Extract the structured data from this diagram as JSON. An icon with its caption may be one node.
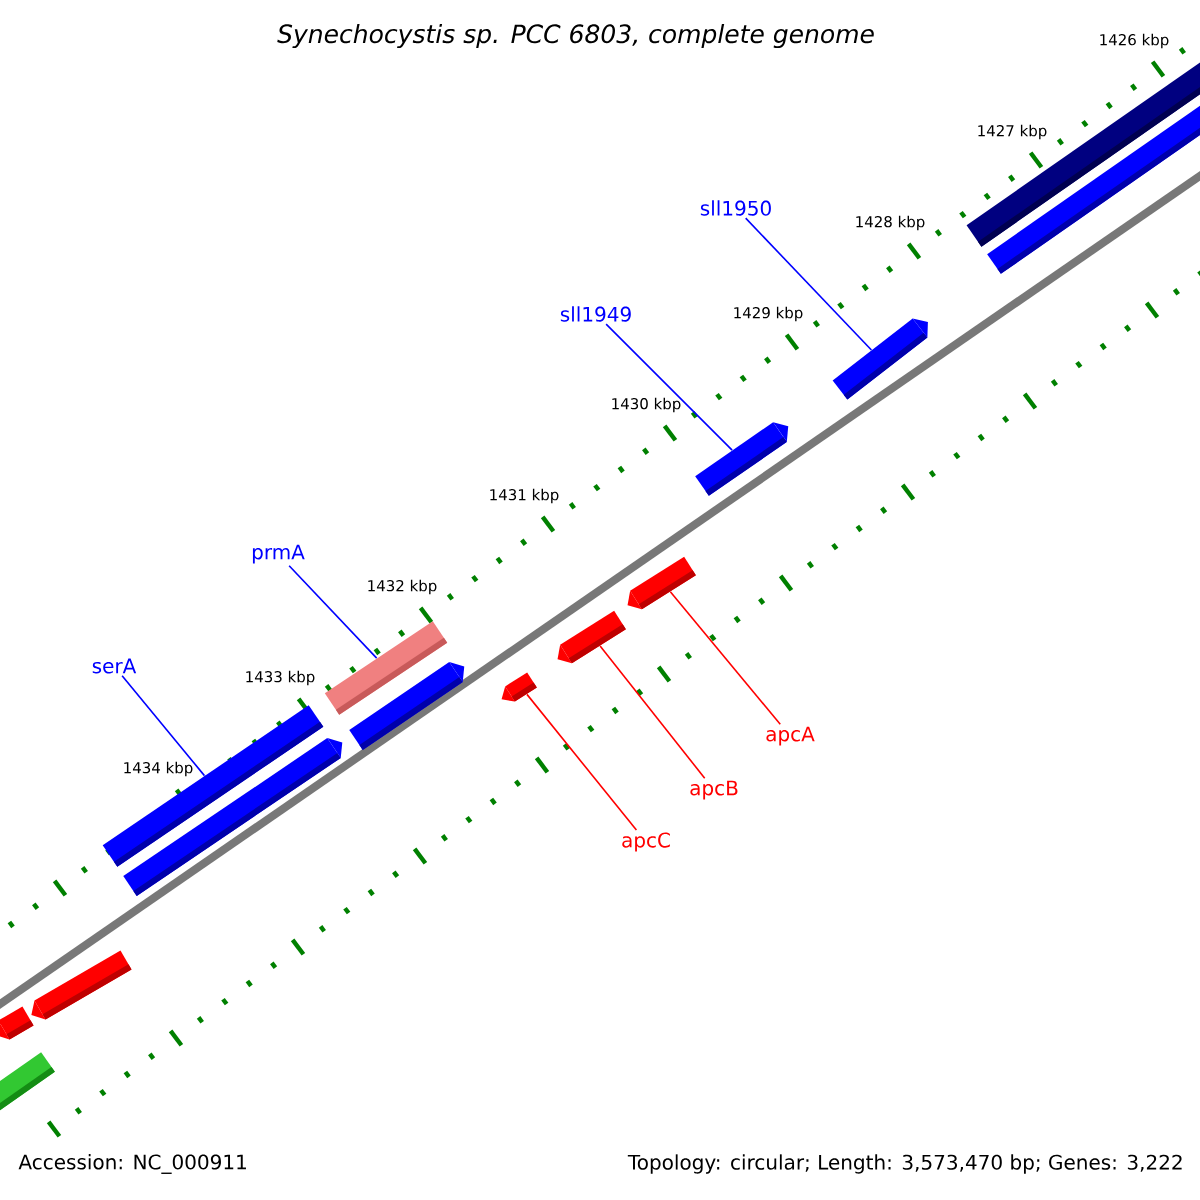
{
  "diagram": {
    "title": "Synechocystis sp. PCC 6803, complete genome",
    "nodes": [
      {
        "text": [
          "sll1950"
        ]
      },
      {
        "text": [
          "sll1949"
        ]
      },
      {
        "text": [
          "prmA"
        ]
      },
      {
        "text": [
          "serA"
        ]
      },
      {
        "text": [
          "apcA"
        ]
      },
      {
        "text": [
          "apcB"
        ]
      },
      {
        "text": [
          "apcC"
        ]
      },
      {
        "text": [],
        "shape": "bar"
      },
      {
        "text": [],
        "shape": "bar"
      },
      {
        "text": [],
        "shape": "bar"
      },
      {
        "text": [],
        "shape": "bar"
      },
      {
        "text": [],
        "shape": "bar"
      },
      {
        "text": [],
        "shape": "bar"
      },
      {
        "text": [],
        "shape": "bar"
      },
      {
        "text": [],
        "shape": "bar"
      },
      {
        "text": [],
        "shape": "bar"
      },
      {
        "text": [],
        "shape": "bar"
      },
      {
        "text": [],
        "shape": "bar"
      },
      {
        "text": [],
        "shape": "bar"
      },
      {
        "text": [],
        "shape": "bar"
      },
      {
        "text": [],
        "shape": "bar"
      }
    ],
    "edges": [
      {
        "from": 0,
        "to": 7,
        "arrow": "none"
      },
      {
        "from": 1,
        "to": 8,
        "arrow": "none"
      },
      {
        "from": 2,
        "to": 9,
        "arrow": "none"
      },
      {
        "from": 3,
        "to": 10,
        "arrow": "none"
      },
      {
        "from": 4,
        "to": 11,
        "arrow": "none",
        "color": "#ff0000"
      },
      {
        "from": 5,
        "to": 12,
        "arrow": "none",
        "color": "#ff0000"
      },
      {
        "from": 6,
        "to": 13,
        "arrow": "none",
        "color": "#ff0000"
      }
    ],
    "labels": [
      "1426 kbp",
      "1427 kbp",
      "1428 kbp",
      "1429 kbp",
      "1430 kbp",
      "1431 kbp",
      "1432 kbp",
      "1433 kbp",
      "1434 kbp",
      "Accession: NC_000911",
      "Topology: circular; Length: 3,573,470 bp; Genes: 3,222"
    ]
  }
}
